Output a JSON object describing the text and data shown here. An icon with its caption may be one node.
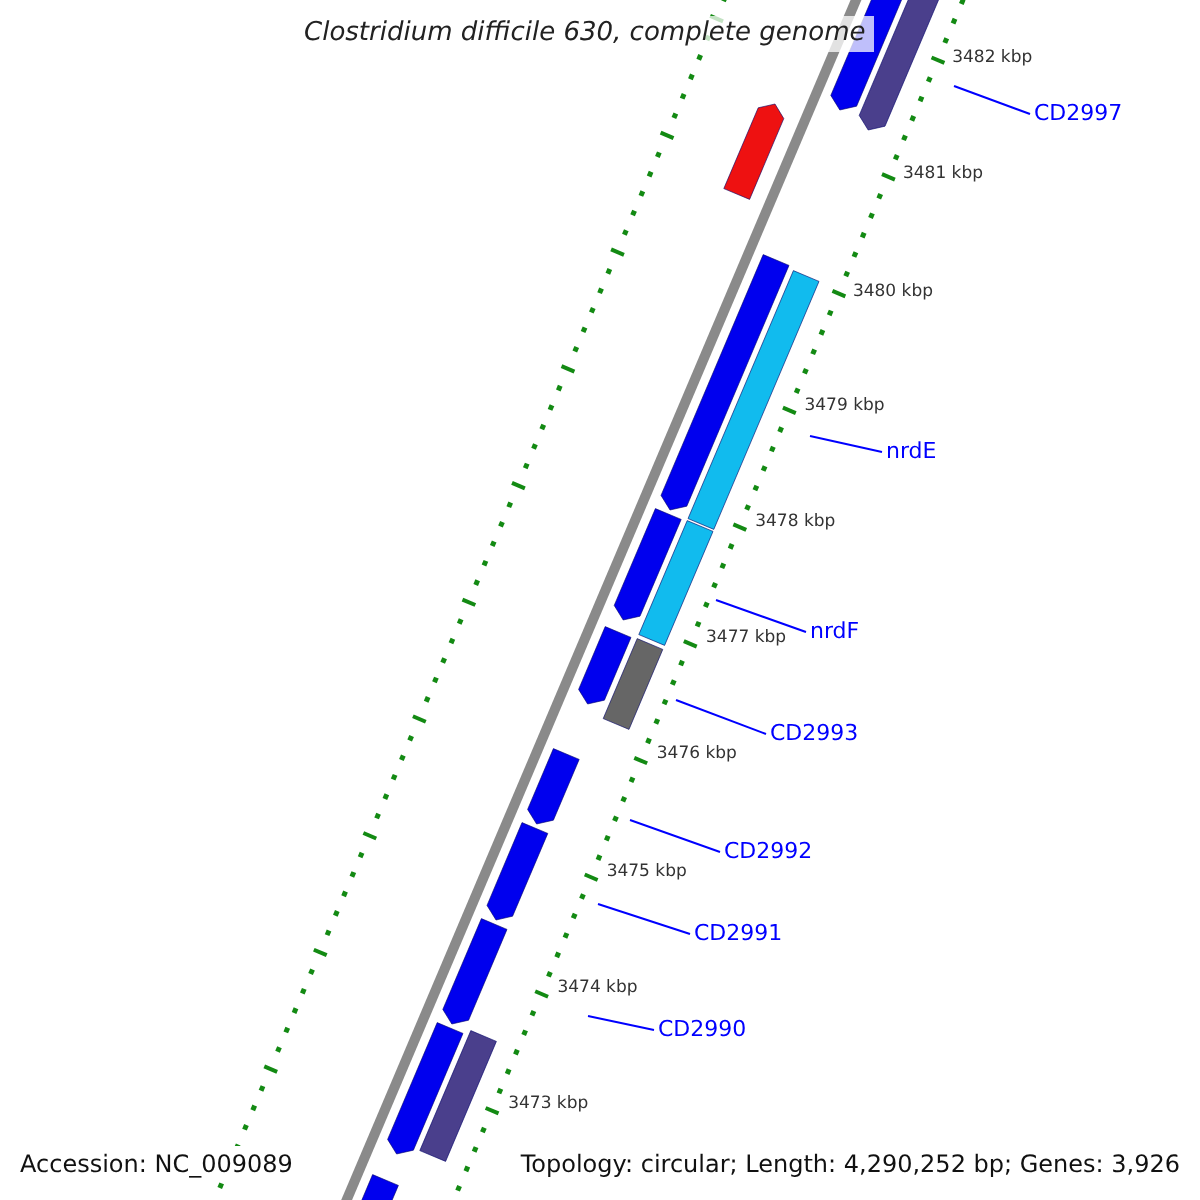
{
  "diagram": {
    "title": "Clostridium difficile 630, complete genome",
    "nodes": [
      {
        "text": [
          "CD2997"
        ]
      },
      {
        "text": [
          "nrdE"
        ]
      },
      {
        "text": [
          "nrdF"
        ]
      },
      {
        "text": [
          "CD2993"
        ]
      },
      {
        "text": [
          "CD2992"
        ]
      },
      {
        "text": [
          "CD2991"
        ]
      },
      {
        "text": [
          "CD2990"
        ]
      }
    ],
    "edges": [
      {
        "from": 0,
        "to": null,
        "arrow": "none"
      },
      {
        "from": 1,
        "to": null,
        "arrow": "none"
      },
      {
        "from": 2,
        "to": null,
        "arrow": "none"
      },
      {
        "from": 3,
        "to": null,
        "arrow": "none"
      },
      {
        "from": 4,
        "to": null,
        "arrow": "none"
      },
      {
        "from": 5,
        "to": null,
        "arrow": "none"
      },
      {
        "from": 6,
        "to": null,
        "arrow": "none"
      }
    ],
    "labels": [
      "3482 kbp",
      "3481 kbp",
      "3480 kbp",
      "3479 kbp",
      "3478 kbp",
      "3477 kbp",
      "3476 kbp",
      "3475 kbp",
      "3474 kbp",
      "3473 kbp",
      "Accession: NC_009089",
      "Topology: circular; Length: 4,290,252 bp; Genes: 3,926"
    ]
  }
}
